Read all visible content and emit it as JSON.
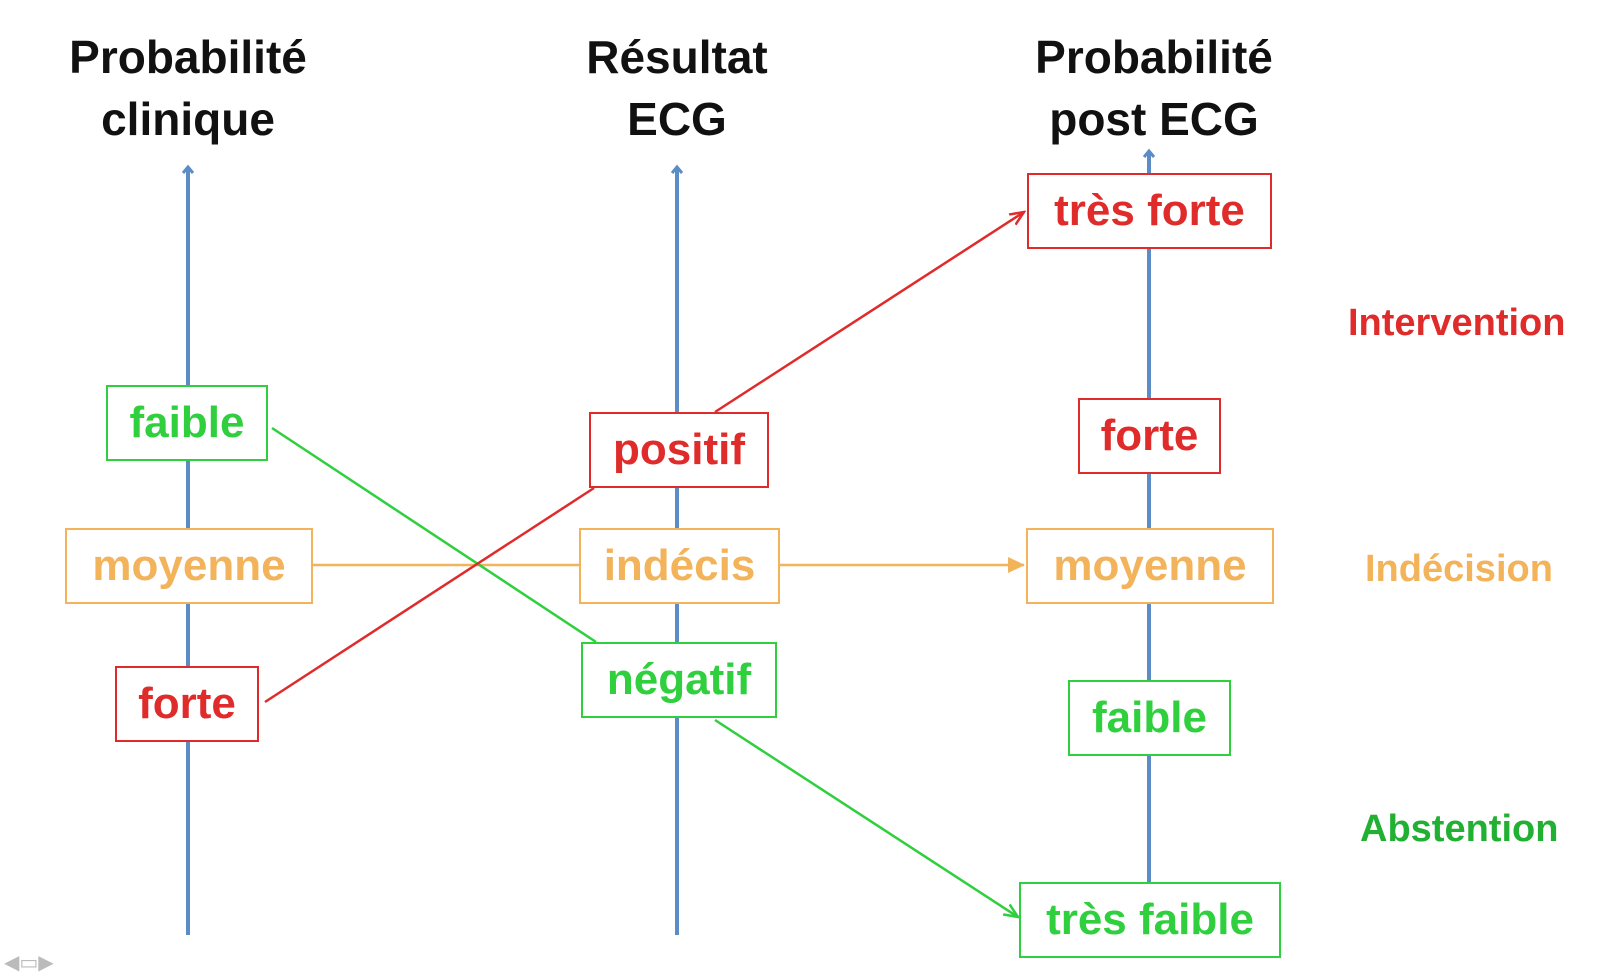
{
  "colors": {
    "axis": "#5b8cc6",
    "red": "#e02b2b",
    "orange": "#f2b35a",
    "green": "#2fcf3e",
    "dark_green": "#22b033",
    "title": "#111111"
  },
  "columns": [
    {
      "title_line1": "Probabilité",
      "title_line2": "clinique"
    },
    {
      "title_line1": "Résultat",
      "title_line2": "ECG"
    },
    {
      "title_line1": "Probabilité",
      "title_line2": "post ECG"
    }
  ],
  "clinical": {
    "faible": "faible",
    "moyenne": "moyenne",
    "forte": "forte"
  },
  "ecg": {
    "positif": "positif",
    "indecis": "indécis",
    "negatif": "négatif"
  },
  "post": {
    "tres_forte": "très forte",
    "forte": "forte",
    "moyenne": "moyenne",
    "faible": "faible",
    "tres_faible": "très faible"
  },
  "zones": {
    "intervention": "Intervention",
    "indecision": "Indécision",
    "abstention": "Abstention"
  },
  "nav_icon": "slide-nav-icon"
}
